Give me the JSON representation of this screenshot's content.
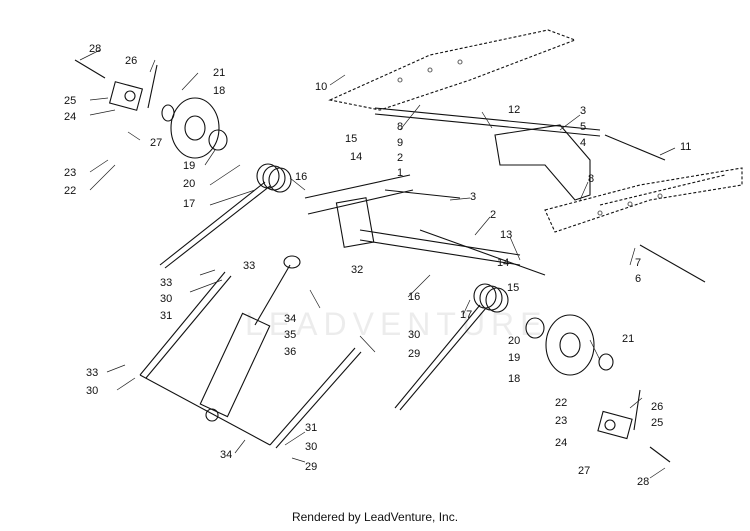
{
  "diagram": {
    "watermark": "LEADVENTURE",
    "footer": "Rendered by LeadVenture, Inc.",
    "callouts": {
      "c28a": "28",
      "c26a": "26",
      "c21a": "21",
      "c18a": "18",
      "c25a": "25",
      "c24a": "24",
      "c27a": "27",
      "c23a": "23",
      "c22a": "22",
      "c19a": "19",
      "c20a": "20",
      "c17a": "17",
      "c16a": "16",
      "c15a": "15",
      "c14a": "14",
      "c10": "10",
      "c8a": "8",
      "c9": "9",
      "c2a": "2",
      "c1": "1",
      "c3a": "3",
      "c5": "5",
      "c4": "4",
      "c12": "12",
      "c11": "11",
      "c8b": "8",
      "c3b": "3",
      "c2b": "2",
      "c13": "13",
      "c14b": "14",
      "c15b": "15",
      "c7": "7",
      "c6": "6",
      "c33a": "33",
      "c30a": "30",
      "c31a": "31",
      "c33b": "33",
      "c32": "32",
      "c34a": "34",
      "c35": "35",
      "c36": "36",
      "c16b": "16",
      "c17b": "17",
      "c20b": "20",
      "c19b": "19",
      "c18b": "18",
      "c21b": "21",
      "c33c": "33",
      "c30b": "30",
      "c30c": "30",
      "c29a": "29",
      "c22b": "22",
      "c23b": "23",
      "c26b": "26",
      "c24b": "24",
      "c25b": "25",
      "c27b": "27",
      "c28b": "28",
      "c31b": "31",
      "c34b": "34",
      "c30d": "30",
      "c29b": "29"
    }
  }
}
